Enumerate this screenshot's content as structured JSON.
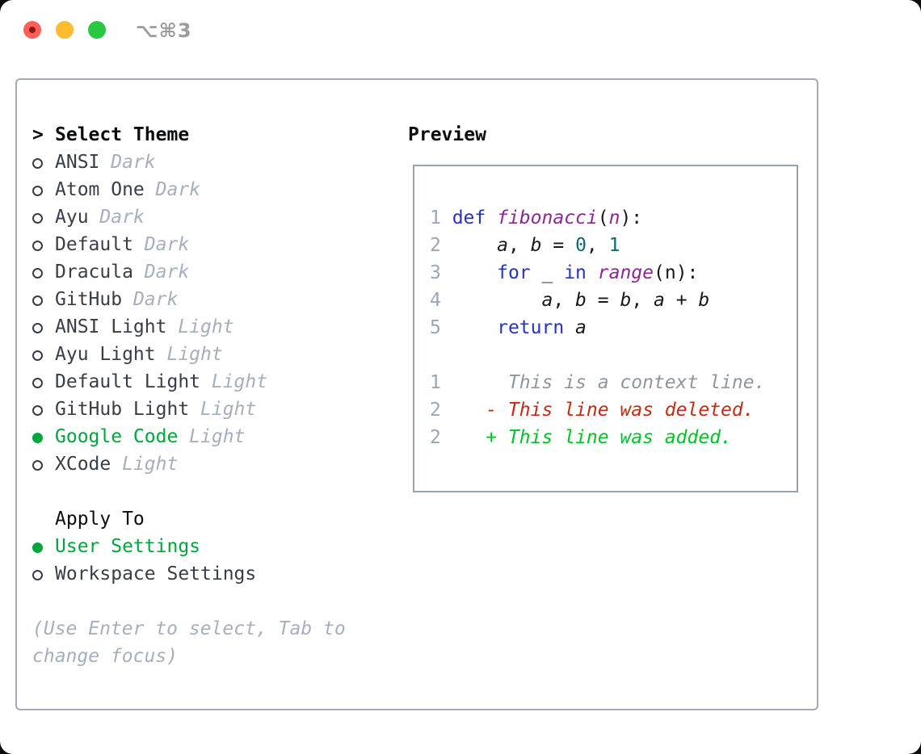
{
  "window": {
    "title": "⌥⌘3",
    "traffic_lights": {
      "close": "close-button",
      "minimize": "minimize-button",
      "zoom": "zoom-button"
    }
  },
  "theme_selector": {
    "prompt": ">",
    "title": "Select Theme",
    "items": [
      {
        "name": "ANSI",
        "variant": "Dark",
        "selected": false
      },
      {
        "name": "Atom One",
        "variant": "Dark",
        "selected": false
      },
      {
        "name": "Ayu",
        "variant": "Dark",
        "selected": false
      },
      {
        "name": "Default",
        "variant": "Dark",
        "selected": false
      },
      {
        "name": "Dracula",
        "variant": "Dark",
        "selected": false
      },
      {
        "name": "GitHub",
        "variant": "Dark",
        "selected": false
      },
      {
        "name": "ANSI Light",
        "variant": "Light",
        "selected": false
      },
      {
        "name": "Ayu Light",
        "variant": "Light",
        "selected": false
      },
      {
        "name": "Default Light",
        "variant": "Light",
        "selected": false
      },
      {
        "name": "GitHub Light",
        "variant": "Light",
        "selected": false
      },
      {
        "name": "Google Code",
        "variant": "Light",
        "selected": true
      },
      {
        "name": "XCode",
        "variant": "Light",
        "selected": false
      }
    ]
  },
  "apply_to": {
    "label": "Apply To",
    "options": [
      {
        "name": "User Settings",
        "selected": true
      },
      {
        "name": "Workspace Settings",
        "selected": false
      }
    ]
  },
  "help_text": "(Use Enter to select, Tab to change focus)",
  "preview": {
    "label": "Preview",
    "code_lines": [
      {
        "num": "1",
        "tokens": [
          [
            "k",
            "def"
          ],
          [
            "p",
            " "
          ],
          [
            "f",
            "fibonacci"
          ],
          [
            "p",
            "("
          ],
          [
            "f",
            "n"
          ],
          [
            "p",
            "):"
          ]
        ]
      },
      {
        "num": "2",
        "tokens": [
          [
            "p",
            "    "
          ],
          [
            "v",
            "a"
          ],
          [
            "p",
            ", "
          ],
          [
            "v",
            "b"
          ],
          [
            "p",
            " = "
          ],
          [
            "l",
            "0"
          ],
          [
            "p",
            ", "
          ],
          [
            "l",
            "1"
          ]
        ]
      },
      {
        "num": "3",
        "tokens": [
          [
            "p",
            "    "
          ],
          [
            "k",
            "for"
          ],
          [
            "p",
            " _ "
          ],
          [
            "k",
            "in"
          ],
          [
            "p",
            " "
          ],
          [
            "f",
            "range"
          ],
          [
            "p",
            "(n):"
          ]
        ]
      },
      {
        "num": "4",
        "tokens": [
          [
            "p",
            "        "
          ],
          [
            "v",
            "a"
          ],
          [
            "p",
            ", "
          ],
          [
            "v",
            "b"
          ],
          [
            "p",
            " = "
          ],
          [
            "v",
            "b"
          ],
          [
            "p",
            ", "
          ],
          [
            "v",
            "a"
          ],
          [
            "p",
            " + "
          ],
          [
            "v",
            "b"
          ]
        ]
      },
      {
        "num": "5",
        "tokens": [
          [
            "p",
            "    "
          ],
          [
            "k",
            "return"
          ],
          [
            "p",
            " "
          ],
          [
            "v",
            "a"
          ]
        ]
      }
    ],
    "diff_lines": [
      {
        "num": "1",
        "gutter": "      ",
        "text": "This is a context line.",
        "type": "context"
      },
      {
        "num": "2",
        "gutter": "    ",
        "text": "- This line was deleted.",
        "type": "deleted"
      },
      {
        "num": "2",
        "gutter": "    ",
        "text": "+ This line was added.",
        "type": "added"
      }
    ]
  },
  "colors": {
    "accent_green": "#00a53e",
    "diff_added": "#00c32a",
    "diff_deleted": "#c52b12",
    "diff_context": "#8f969d",
    "code_keyword": "#2633bf",
    "code_function": "#8b2990",
    "code_literal": "#0b6b68",
    "code_plain": "#16181c",
    "line_number": "#9ba6b4",
    "muted": "#a6afbc",
    "ink": "#383e48",
    "ink_strong": "#0b0d10",
    "panel_border": "#a2aab8",
    "box_border": "#98a1ad",
    "title_gray": "#9b9ba1",
    "traffic_red": "#ff5f57",
    "traffic_red_dot": "#8b1a10",
    "traffic_yellow": "#febc2e",
    "traffic_green": "#28c840"
  }
}
